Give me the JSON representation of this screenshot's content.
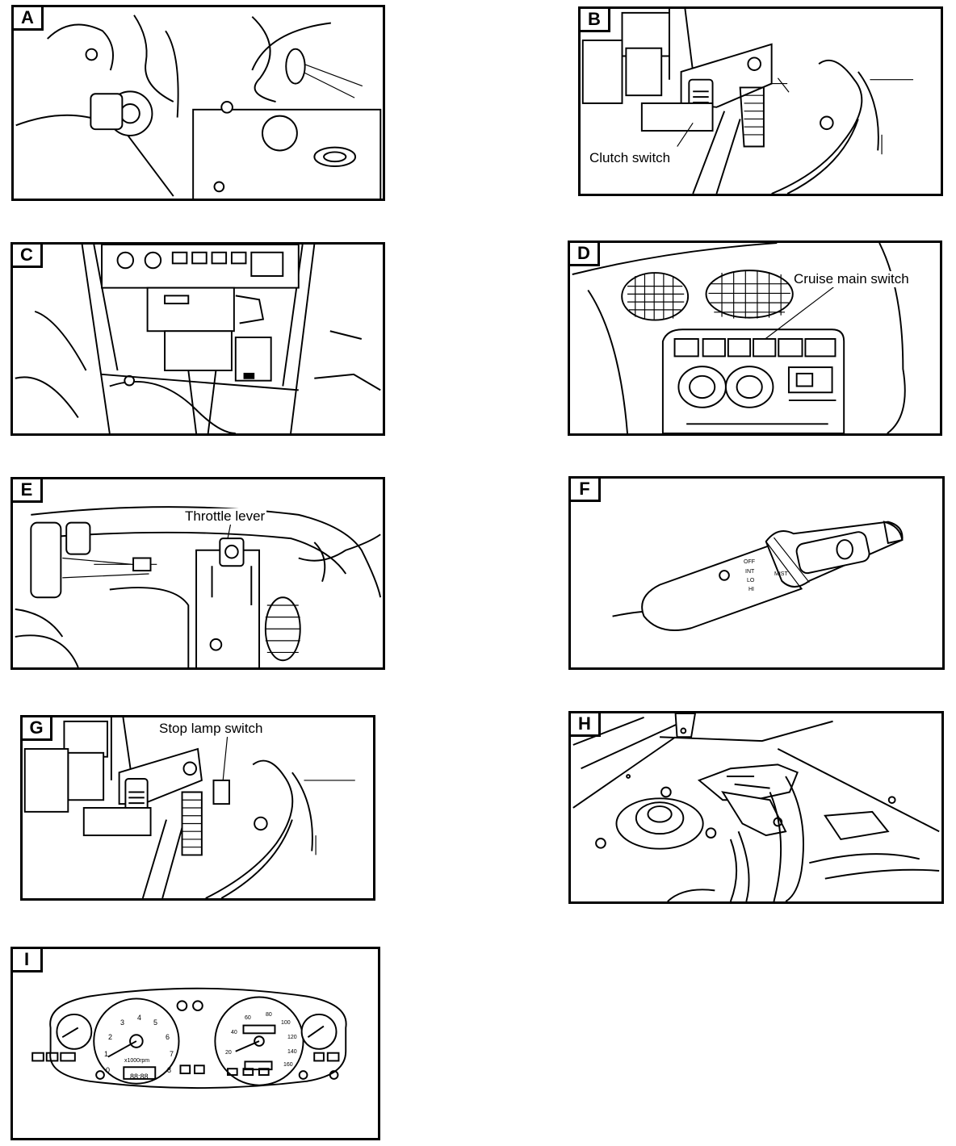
{
  "panels": {
    "a": {
      "letter": "A"
    },
    "b": {
      "letter": "B",
      "callout": "Clutch switch"
    },
    "c": {
      "letter": "C"
    },
    "d": {
      "letter": "D",
      "callout": "Cruise main switch"
    },
    "e": {
      "letter": "E",
      "callout": "Throttle lever"
    },
    "f": {
      "letter": "F",
      "stalk_labels": [
        "OFF",
        "INT",
        "LO",
        "HI",
        "MIST"
      ]
    },
    "g": {
      "letter": "G",
      "callout": "Stop lamp switch"
    },
    "h": {
      "letter": "H"
    },
    "i": {
      "letter": "I",
      "tach_numbers": [
        "0",
        "1",
        "2",
        "3",
        "4",
        "5",
        "6",
        "7",
        "8"
      ],
      "tach_unit": "x1000rpm",
      "speedo_numbers": [
        "20",
        "40",
        "60",
        "80",
        "100",
        "120",
        "140",
        "160"
      ],
      "odometer": "88:88"
    }
  }
}
